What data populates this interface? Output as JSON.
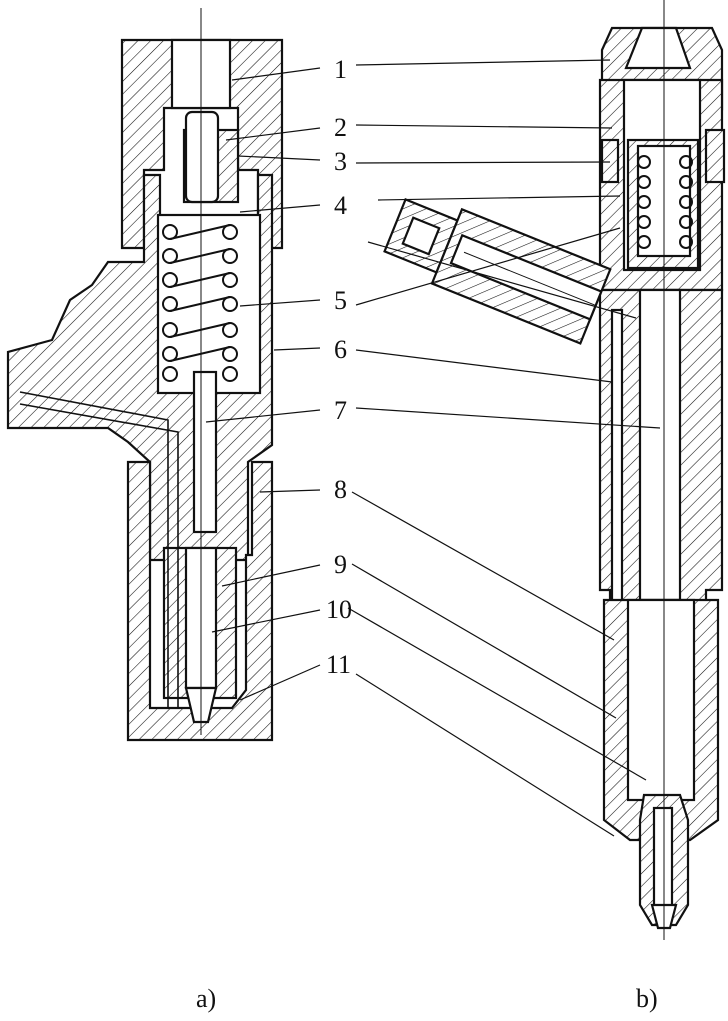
{
  "figure_a": {
    "caption": "a)",
    "callouts": [
      "1",
      "2",
      "3",
      "4",
      "5",
      "6",
      "7",
      "8",
      "9",
      "10",
      "11"
    ]
  },
  "figure_b": {
    "caption": "b)"
  },
  "colors": {
    "ink": "#111111",
    "paper": "#ffffff"
  }
}
